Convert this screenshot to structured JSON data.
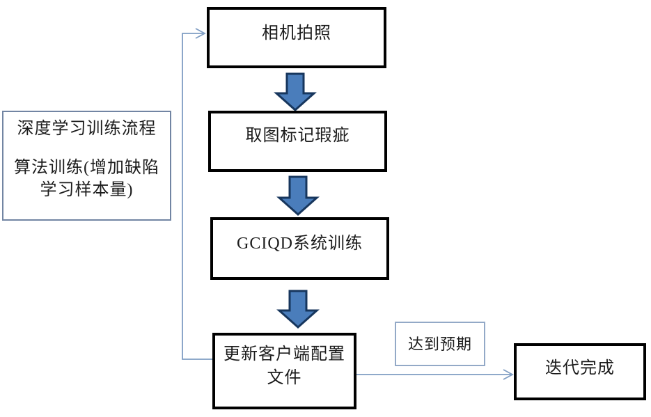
{
  "diagram": {
    "nodes": {
      "camera": {
        "label": "相机拍照"
      },
      "mark_defects": {
        "label": "取图标记瑕疵"
      },
      "system_training": {
        "label": "GCIQD系统训练"
      },
      "update_config": {
        "label": "更新客户端配置文件",
        "line1": "更新客户端配置",
        "line2": "文件"
      },
      "process_note": {
        "line1": "深度学习训练流程",
        "line2": "算法训练(增加缺陷",
        "line3": "学习样本量)"
      },
      "expectation": {
        "label": "达到预期"
      },
      "iteration_done": {
        "label": "迭代完成"
      }
    },
    "colors": {
      "background": "#ffffff",
      "bold_box_border": "#000000",
      "note_box_border": "#7285a3",
      "expect_box_border": "#93a9c7",
      "connector": "#7f9dc3",
      "block_arrow_fill": "#4a7dbb",
      "block_arrow_stroke": "#17365d",
      "text": "#1c1c1c"
    }
  }
}
